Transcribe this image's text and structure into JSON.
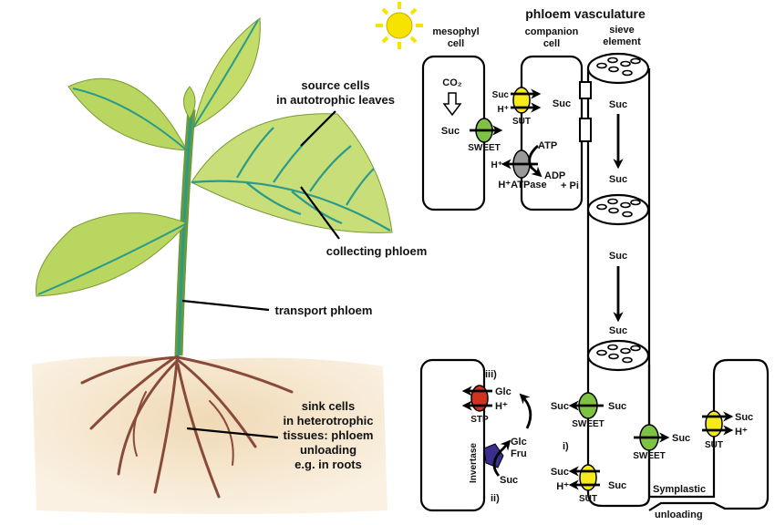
{
  "plant_labels": {
    "source_1": "source cells",
    "source_2": "in autotrophic leaves",
    "collecting": "collecting phloem",
    "transport": "transport phloem",
    "sink_1": "sink cells",
    "sink_2": "in heterotrophic",
    "sink_3": "tissues: phloem",
    "sink_4": "unloading",
    "sink_5": "e.g. in roots"
  },
  "title": "phloem vasculature",
  "cells": {
    "mesophyl_1": "mesophyl",
    "mesophyl_2": "cell",
    "companion_1": "companion",
    "companion_2": "cell",
    "sieve_1": "sieve",
    "sieve_2": "element"
  },
  "loading": {
    "co2": "CO₂",
    "suc_meso": "Suc",
    "sweet": "SWEET",
    "sut_suc": "Suc",
    "sut_h": "H⁺",
    "sut": "SUT",
    "suc_cc": "Suc",
    "atp": "ATP",
    "atpase_h": "H⁺",
    "adp": "ADP",
    "pi": "+ Pi",
    "atpase": "H⁺ATPase",
    "suc_se1": "Suc",
    "suc_se2": "Suc",
    "suc_se3": "Suc",
    "suc_se4": "Suc"
  },
  "unloading": {
    "iii": "iii)",
    "glc": "Glc",
    "h_stp": "H⁺",
    "stp": "STP",
    "invertase": "Invertase",
    "glc2": "Glc",
    "fru": "Fru",
    "suc_inv": "Suc",
    "ii": "ii)",
    "i": "i)",
    "sweet_out": "Suc",
    "sweet_in": "Suc",
    "sweet1": "SWEET",
    "sut_suc_out": "Suc",
    "sut_h_out": "H⁺",
    "sut_suc_in": "Suc",
    "sut1": "SUT",
    "sweet2_suc": "Suc",
    "sweet2": "SWEET",
    "sut2_suc": "Suc",
    "sut2_h": "H⁺",
    "sut2": "SUT",
    "symplastic": "Symplastic",
    "unloading": "unloading"
  },
  "colors": {
    "sweet": "#7dc242",
    "sut": "#f7ea1a",
    "stp": "#d0331f",
    "atpase": "#999999",
    "invertase": "#3a2f8f",
    "sun": "#f7e300",
    "leaf": "#b9d660",
    "vein": "#2a9a8a",
    "soil": "#f2dfc0",
    "root": "#8a4a3a"
  }
}
